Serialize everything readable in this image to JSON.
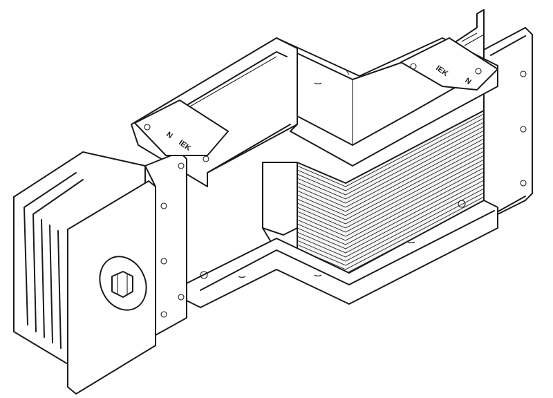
{
  "figure": {
    "subject": "busbar trunking elbow section",
    "view": "isometric line drawing",
    "background": "#ffffff",
    "line_color": "#1a1a1a"
  },
  "labels": {
    "front_brand": "IEK",
    "front_phase": "N",
    "rear_brand": "IEK",
    "rear_phase": "N"
  }
}
